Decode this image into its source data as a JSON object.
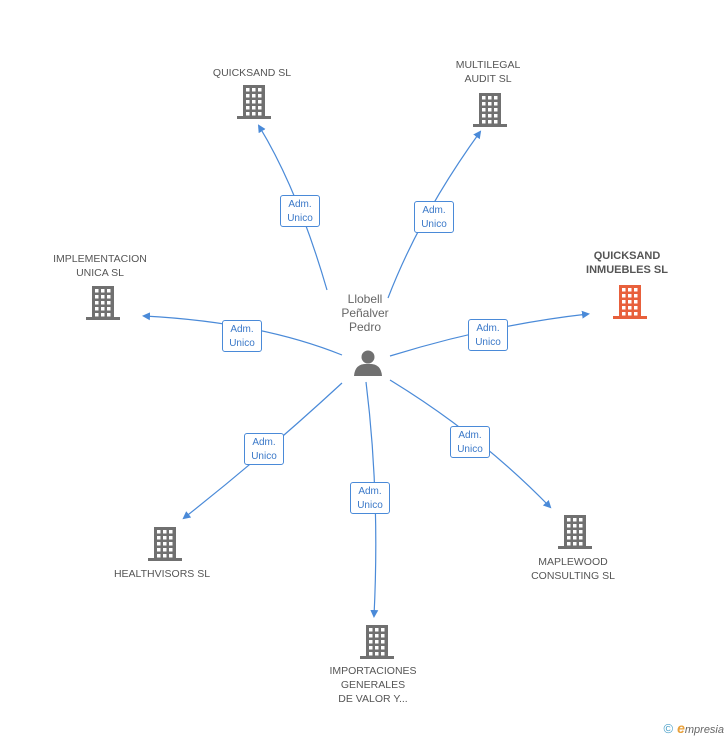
{
  "center": {
    "lines": [
      "Llobell",
      "Peñalver",
      "Pedro"
    ],
    "icon": "person-icon"
  },
  "colors": {
    "edge": "#4a8ad8",
    "building": "#707070",
    "highlight": "#e8603c"
  },
  "nodes": [
    {
      "id": "quicksand-sl",
      "lines": [
        "QUICKSAND  SL"
      ],
      "role": [
        "Adm.",
        "Unico"
      ],
      "highlight": false
    },
    {
      "id": "multilegal-audit-sl",
      "lines": [
        "MULTILEGAL",
        "AUDIT SL"
      ],
      "role": [
        "Adm.",
        "Unico"
      ],
      "highlight": false
    },
    {
      "id": "implementacion-unica-sl",
      "lines": [
        "IMPLEMENTACION",
        "UNICA  SL"
      ],
      "role": [
        "Adm.",
        "Unico"
      ],
      "highlight": false
    },
    {
      "id": "quicksand-inmuebles-sl",
      "lines": [
        "QUICKSAND",
        "INMUEBLES SL"
      ],
      "role": [
        "Adm.",
        "Unico"
      ],
      "highlight": true
    },
    {
      "id": "healthvisors-sl",
      "lines": [
        "HEALTHVISORS SL"
      ],
      "role": [
        "Adm.",
        "Unico"
      ],
      "highlight": false
    },
    {
      "id": "maplewood-consulting-sl",
      "lines": [
        "MAPLEWOOD",
        "CONSULTING SL"
      ],
      "role": [
        "Adm.",
        "Unico"
      ],
      "highlight": false
    },
    {
      "id": "importaciones-generales",
      "lines": [
        "IMPORTACIONES",
        "GENERALES",
        "DE VALOR Y..."
      ],
      "role": [
        "Adm.",
        "Unico"
      ],
      "highlight": false
    }
  ],
  "footer": {
    "copyright": "©",
    "brand_initial": "e",
    "brand_rest": "mpresia"
  }
}
